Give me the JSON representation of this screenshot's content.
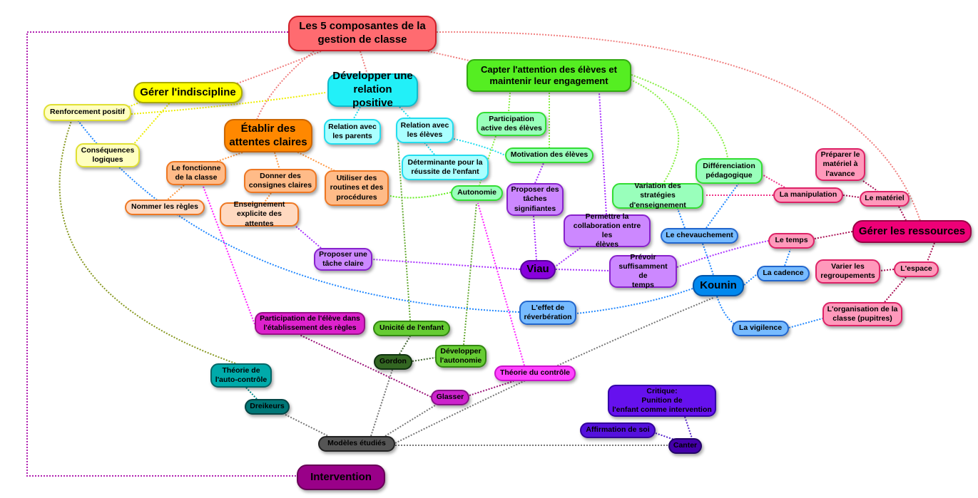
{
  "nodes": {
    "root": "Les 5 composantes de la\ngestion de classe",
    "indiscipline": "Gérer l'indiscipline",
    "relation": "Développer une\nrelation positive",
    "capter": "Capter l'attention des élèves et\nmaintenir leur engagement",
    "renforcement": "Renforcement positif",
    "consequences": "Conséquences\nlogiques",
    "attentes": "Établir des\nattentes claires",
    "parents": "Relation avec\nles parents",
    "eleves": "Relation avec\nles élèves",
    "determinante": "Déterminante pour  la\nréussite de l'enfant",
    "participation": "Participation\nactive des élèves",
    "motivation": "Motivation des élèves",
    "fonctionne": "Le fonctionne\nde la classe",
    "consignes": "Donner des\nconsignes claires",
    "routines": "Utiliser des\nroutines et des\nprocédures",
    "nommer": "Nommer les règles",
    "enseignement": "Enseignement\nexplicite des attentes",
    "autonomie": "Autonomie",
    "taches": "Proposer des\ntâches\nsignifiantes",
    "differenciation": "Différenciation\npédagogique",
    "variation": "Variation des stratégies\nd'enseignement",
    "preparer": "Préparer le\nmatériel à\nl'avance",
    "manipulation": "La manipulation",
    "materiel": "Le matériel",
    "ressources": "Gérer les ressources",
    "collaboration": "Permettre la\ncollaboration entre les\nélèves",
    "chevauchement": "Le chevauchement",
    "temps": "Le temps",
    "tache_claire": "Proposer une\ntâche claire",
    "viau": "Viau",
    "prevoir": "Prévoir\nsuffisamment de\ntemps",
    "kounin": "Kounin",
    "cadence": "La cadence",
    "regroupements": "Varier les\nregroupements",
    "espace": "L'espace",
    "reverberation": "L'effet de\nréverbération",
    "vigilence": "La vigilence",
    "organisation": "L'organisation de la\nclasse (pupitres)",
    "participation_regles": "Participation de l'élève dans\nl'établissement des règles",
    "unicite": "Unicité de l'enfant",
    "gordon": "Gordon",
    "dev_autonomie": "Développer\nl'autonomie",
    "theorie_controle": "Théorie du contrôle",
    "auto_controle": "Théorie de\nl'auto-contrôle",
    "dreikeurs": "Dreikeurs",
    "glasser": "Glasser",
    "critique": "Critique:\nPunition de\nl'enfant comme intervention",
    "affirmation": "Affirmation de soi",
    "canter": "Canter",
    "modeles": "Modèles étudiés",
    "intervention": "Intervention"
  },
  "colors": {
    "root": "#ff6b70",
    "indiscipline": "#ffff00",
    "relation": "#22f0f8",
    "capter": "#55ee22",
    "attentes": "#ff8800",
    "ressources": "#ee0077",
    "kounin": "#0088ee",
    "viau": "#8800dd",
    "modeles": "#555555",
    "intervention": "#990088"
  }
}
